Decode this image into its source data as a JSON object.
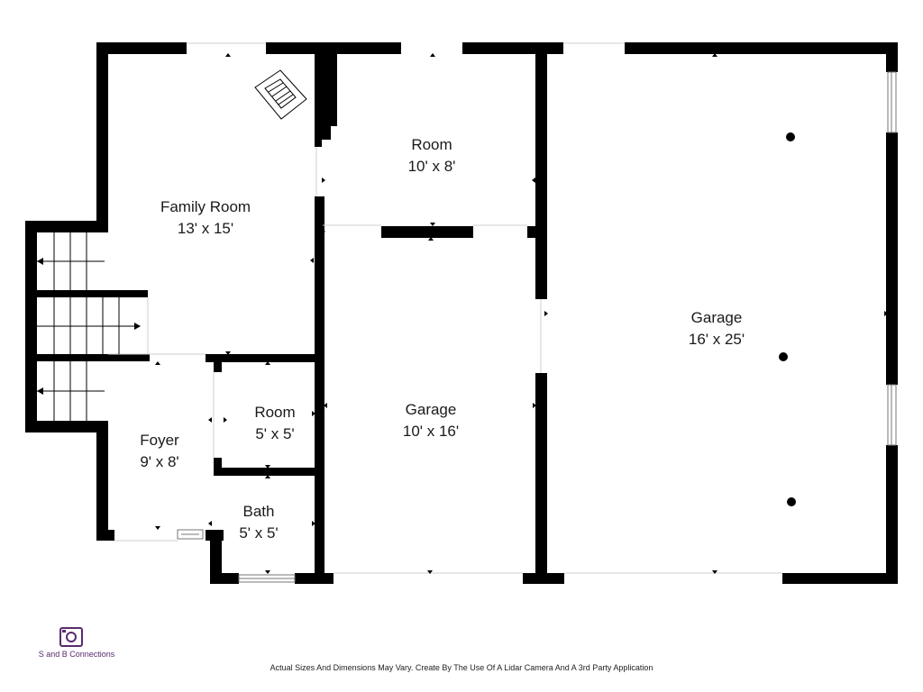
{
  "rooms": [
    {
      "id": "family-room",
      "name": "Family Room",
      "dims": "13' x 15'"
    },
    {
      "id": "room-upper",
      "name": "Room",
      "dims": "10' x 8'"
    },
    {
      "id": "garage-large",
      "name": "Garage",
      "dims": "16' x 25'"
    },
    {
      "id": "garage-small",
      "name": "Garage",
      "dims": "10' x 16'"
    },
    {
      "id": "room-small",
      "name": "Room",
      "dims": "5' x 5'"
    },
    {
      "id": "foyer",
      "name": "Foyer",
      "dims": "9' x 8'"
    },
    {
      "id": "bath",
      "name": "Bath",
      "dims": "5' x 5'"
    }
  ],
  "brand": {
    "name": "S and B Connections",
    "icon": "camera-logo-icon",
    "color": "#5a2a6e"
  },
  "disclaimer": "Actual Sizes And Dimensions May Vary. Create By The Use Of A Lidar Camera And A 3rd Party Application",
  "colors": {
    "wall": "#000000",
    "background": "#ffffff"
  }
}
